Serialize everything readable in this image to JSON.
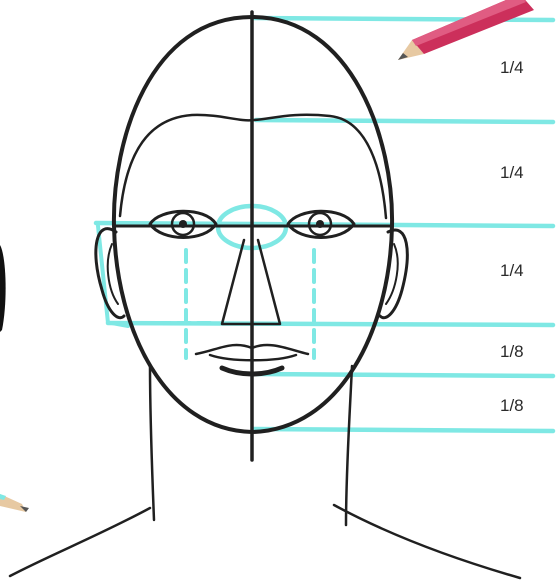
{
  "colors": {
    "guide": "#7fe8e4",
    "sketch": "#202020",
    "pencil_body": "#cc2f5b",
    "pencil_wood": "#e7c9a2"
  },
  "proportion_labels": [
    "1/4",
    "1/4",
    "1/4",
    "1/8",
    "1/8"
  ],
  "icons": [
    "pencil-icon",
    "pencil-icon"
  ]
}
